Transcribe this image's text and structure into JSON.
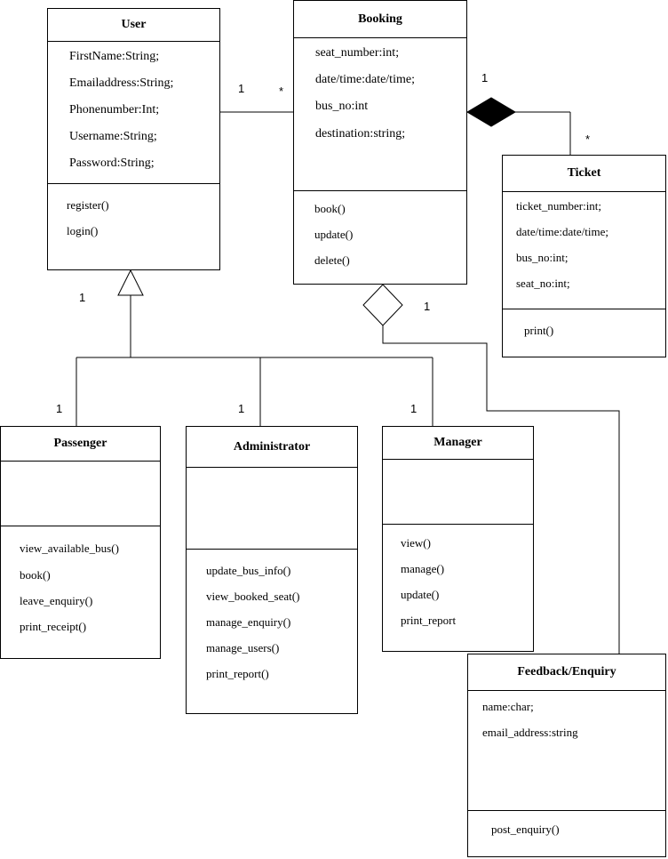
{
  "classes": {
    "user": {
      "name": "User",
      "attributes": [
        "FirstName:String;",
        "Emailaddress:String;",
        "Phonenumber:Int;",
        "Username:String;",
        "Password:String;"
      ],
      "operations": [
        "register()",
        "login()"
      ]
    },
    "booking": {
      "name": "Booking",
      "attributes": [
        "seat_number:int;",
        "date/time:date/time;",
        "bus_no:int",
        "destination:string;"
      ],
      "operations": [
        "book()",
        "update()",
        "delete()"
      ]
    },
    "ticket": {
      "name": "Ticket",
      "attributes": [
        "ticket_number:int;",
        "date/time:date/time;",
        "bus_no:int;",
        "seat_no:int;"
      ],
      "operations": [
        "print()"
      ]
    },
    "passenger": {
      "name": "Passenger",
      "attributes": [],
      "operations": [
        "view_available_bus()",
        "book()",
        "leave_enquiry()",
        "print_receipt()"
      ]
    },
    "administrator": {
      "name": "Administrator",
      "attributes": [],
      "operations": [
        "update_bus_info()",
        "view_booked_seat()",
        "manage_enquiry()",
        "manage_users()",
        "print_report()"
      ]
    },
    "manager": {
      "name": "Manager",
      "attributes": [],
      "operations": [
        "view()",
        "manage()",
        "update()",
        "print_report"
      ]
    },
    "feedback": {
      "name": "Feedback/Enquiry",
      "attributes": [
        "name:char;",
        "email_address:string"
      ],
      "operations": [
        "post_enquiry()"
      ]
    }
  },
  "multiplicities": {
    "user_booking_user": "1",
    "user_booking_booking": "*",
    "booking_ticket_booking": "1",
    "booking_ticket_ticket": "*",
    "user_generalization": "1",
    "passenger": "1",
    "administrator": "1",
    "manager": "1",
    "booking_feedback": "1"
  }
}
